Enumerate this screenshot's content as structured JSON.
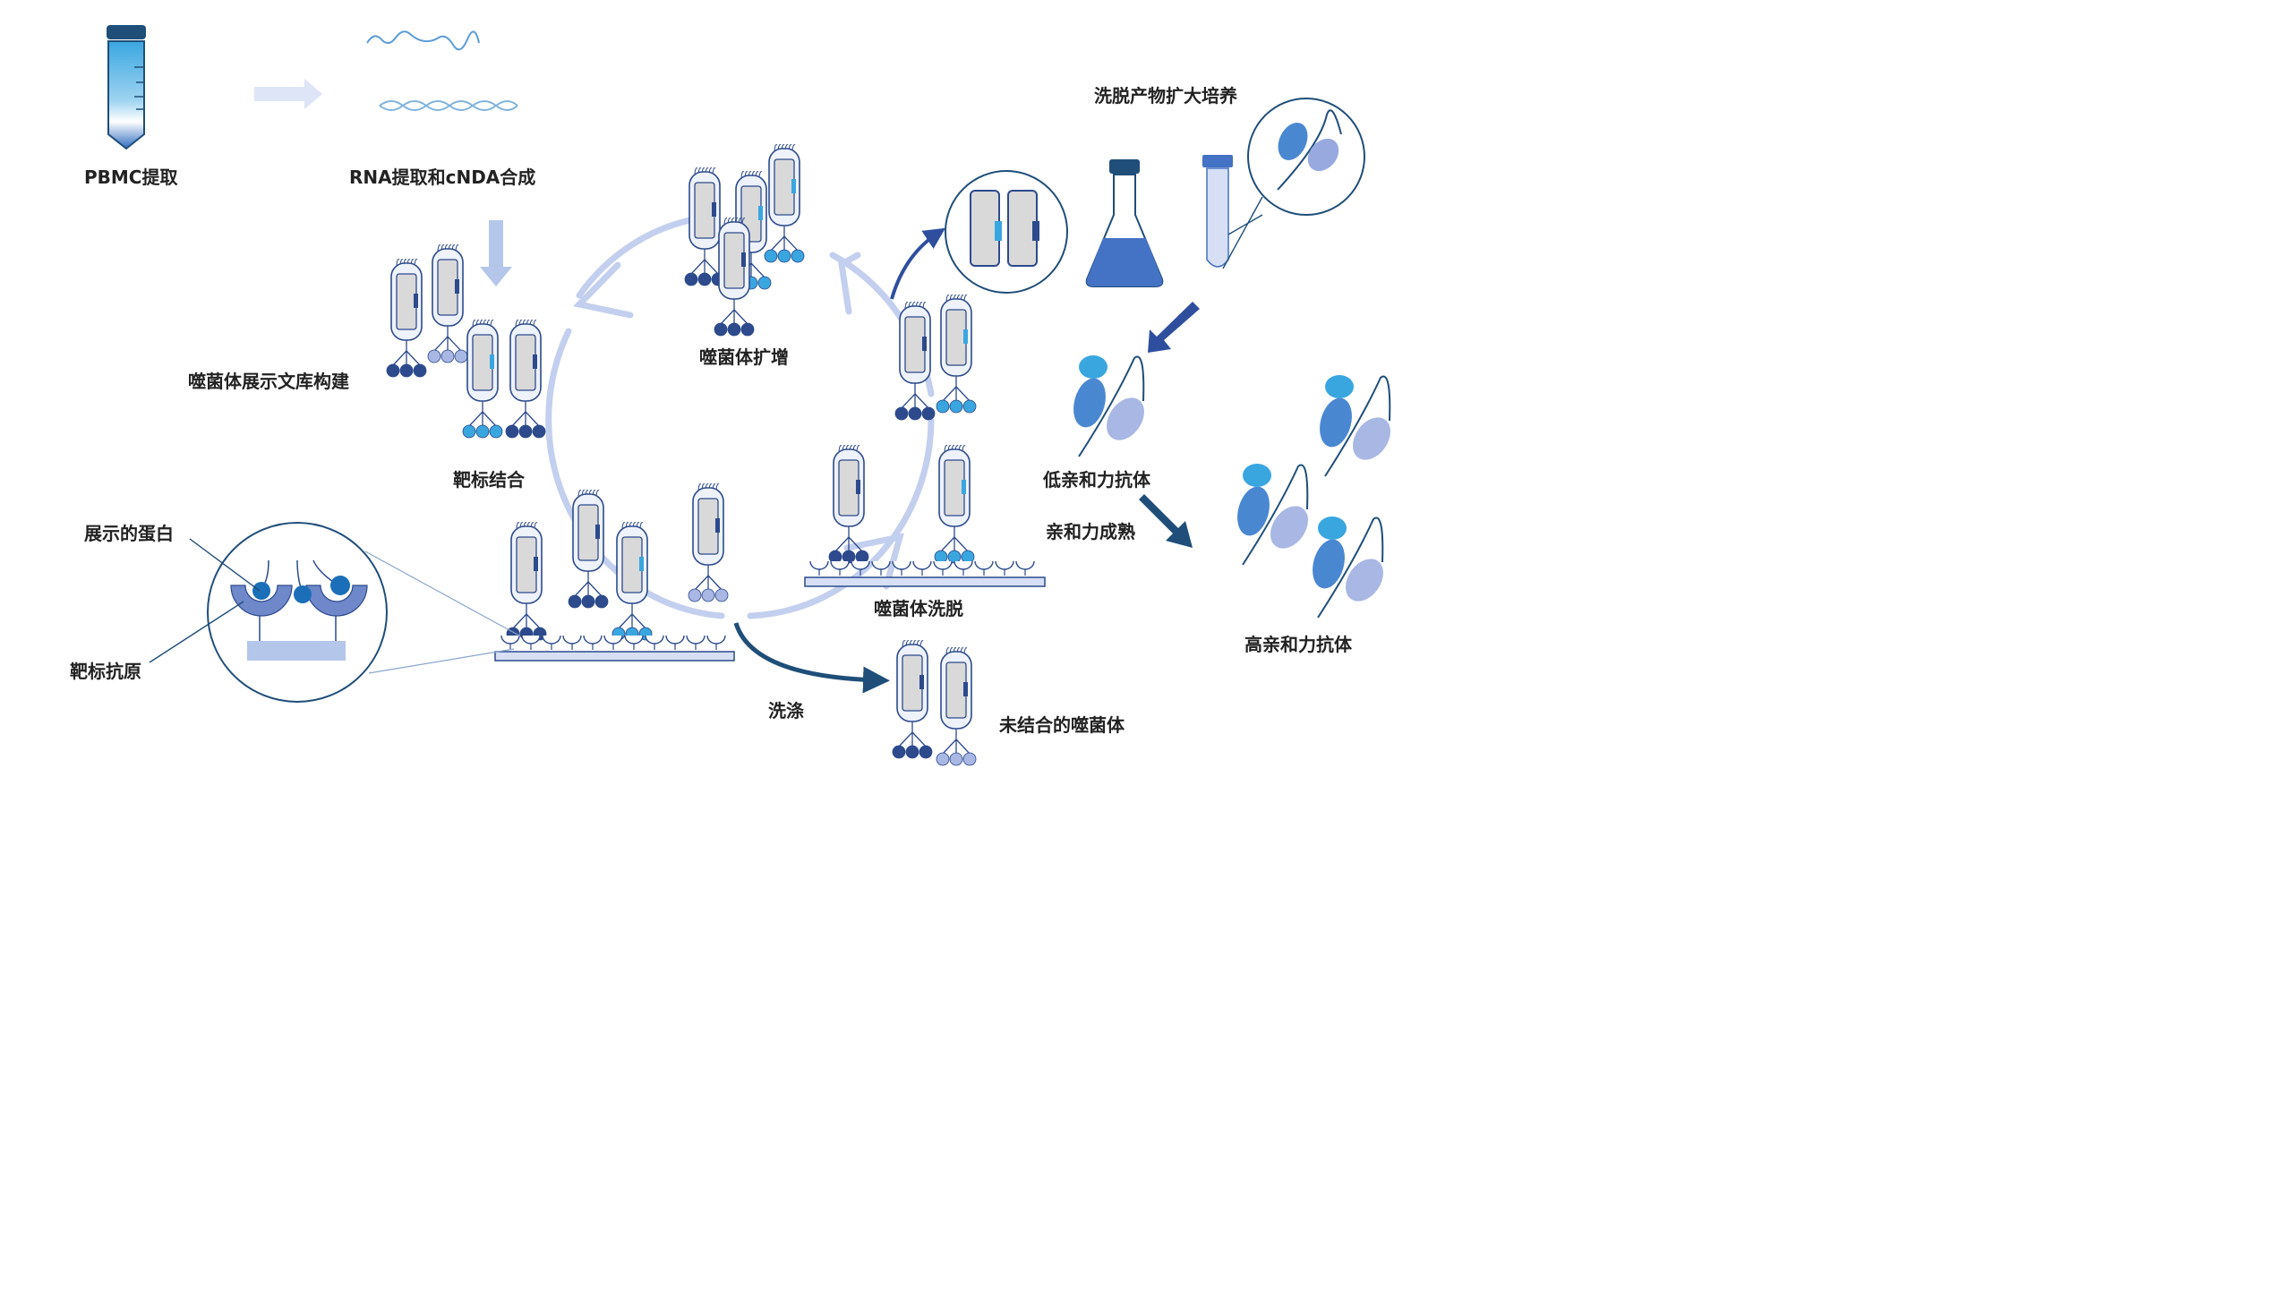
{
  "labels": {
    "pbmc": "PBMC提取",
    "rna": "RNA提取和cNDA合成",
    "library": "噬菌体展示文库构建",
    "amplify": "噬菌体扩增",
    "binding": "靶标结合",
    "elution": "噬菌体洗脱",
    "wash": "洗涤",
    "unbound": "未结合的噬菌体",
    "displayed_protein": "展示的蛋白",
    "target_antigen": "靶标抗原",
    "culture": "洗脱产物扩大培养",
    "low_affinity": "低亲和力抗体",
    "maturation": "亲和力成熟",
    "high_affinity": "高亲和力抗体"
  },
  "colors": {
    "dark_blue": "#2c4a8c",
    "mid_blue": "#6f88c9",
    "light_blue": "#3aa6e0",
    "pale_blue": "#a8b7e3",
    "cycle": "#c3cfee",
    "arrow_dark": "#1f4e79",
    "phage_body": "#d9d9d9"
  }
}
